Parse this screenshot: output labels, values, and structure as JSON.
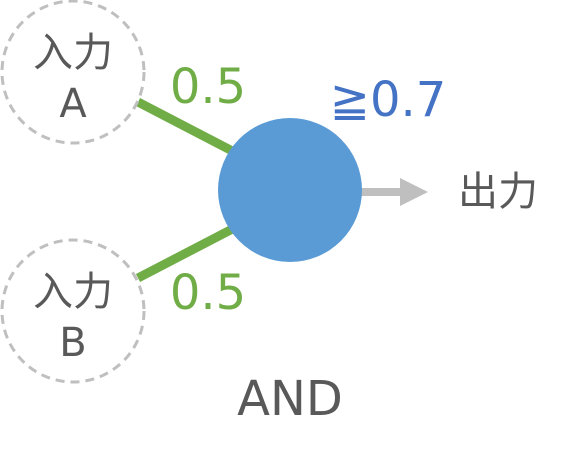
{
  "inputs": [
    {
      "line1": "入力",
      "line2": "A"
    },
    {
      "line1": "入力",
      "line2": "B"
    }
  ],
  "weights": [
    "0.5",
    "0.5"
  ],
  "threshold": "≧0.7",
  "output_label": "出力",
  "gate_label": "AND",
  "colors": {
    "weight": "#70ad47",
    "neuron": "#5b9bd5",
    "threshold": "#4472c4",
    "node_border": "#bfbfbf",
    "text": "#595959"
  }
}
